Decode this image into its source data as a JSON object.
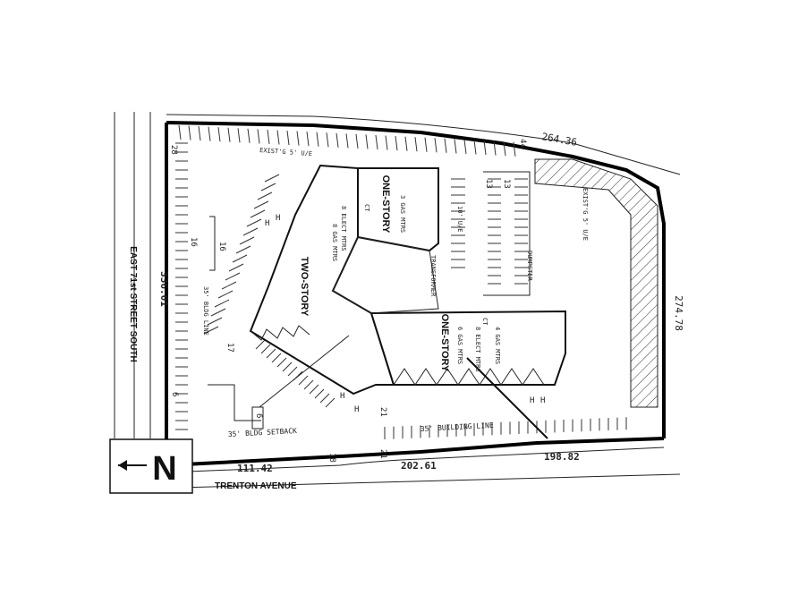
{
  "streets": {
    "west": "EAST 71st STREET SOUTH",
    "south": "TRENTON AVENUE"
  },
  "north_arrow": {
    "letter": "N"
  },
  "buildings": {
    "two_story": "TWO-STORY",
    "one_story_a": "ONE-STORY",
    "one_story_b": "ONE-STORY"
  },
  "dimensions": {
    "north_frontage": "264.36",
    "west_frontage": "336.01",
    "east_frontage": "274.78",
    "south_a": "111.42",
    "south_b": "202.61",
    "south_c": "198.82"
  },
  "stall_counts": {
    "nw_row": "28",
    "ne_row": "44",
    "center_top": "13",
    "island_a": "16",
    "island_b": "16",
    "left_17": "17",
    "left_6a": "6",
    "left_6b": "6",
    "south_21a": "21",
    "south_21b": "21",
    "south_18": "18",
    "center_13b": "13"
  },
  "annotations": {
    "setback": "35' BLDG SETBACK",
    "building_line": "35' BUILDING LINE",
    "bldg_line_w": "35' BLDG LINE",
    "easement_n": "EXIST'G 5' U/E",
    "easement_e": "EXIST'G 5' U/E",
    "transformer": "TRANSFORMER",
    "dumpster": "DUMPSTER",
    "gas_mtrs_1": "3 GAS MTRS",
    "gas_mtrs_2": "8 GAS MTRS",
    "gas_mtrs_3": "4 GAS MTRS",
    "gas_mtrs_4": "6 GAS MTRS",
    "elect_mtrs_1": "8 ELECT MTRS",
    "elect_mtrs_2": "8 ELECT MTRS",
    "ue": "10' U/E",
    "ct": "CT",
    "h": "H"
  }
}
